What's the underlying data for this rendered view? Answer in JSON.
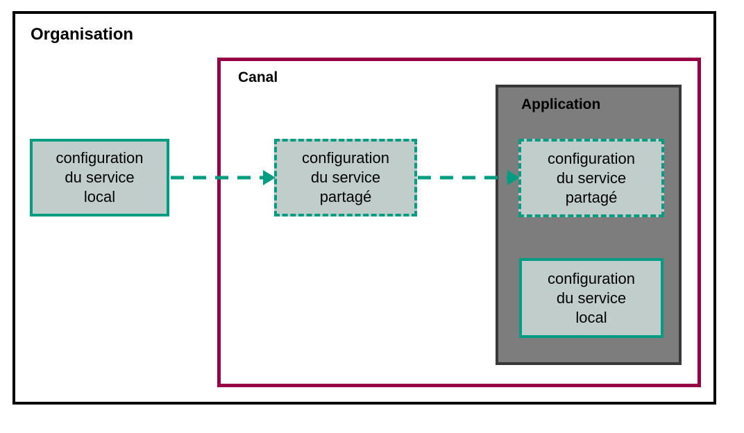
{
  "containers": {
    "organisation": {
      "label": "Organisation"
    },
    "canal": {
      "label": "Canal"
    },
    "application": {
      "label": "Application"
    }
  },
  "nodes": {
    "org_local": {
      "lines": [
        "configuration",
        "du service",
        "local"
      ],
      "border_style": "solid"
    },
    "canal_partage": {
      "lines": [
        "configuration",
        "du service",
        "partagé"
      ],
      "border_style": "dashed"
    },
    "app_partage": {
      "lines": [
        "configuration",
        "du service",
        "partagé"
      ],
      "border_style": "dashed"
    },
    "app_local": {
      "lines": [
        "configuration",
        "du service",
        "local"
      ],
      "border_style": "solid"
    }
  },
  "arrows": [
    {
      "from": "org_local",
      "to": "canal_partage",
      "style": "dashed",
      "direction": "right"
    },
    {
      "from": "canal_partage",
      "to": "app_partage",
      "style": "dashed",
      "direction": "right"
    }
  ],
  "colors": {
    "teal_accent": "#019c82",
    "canal_border": "#970045",
    "organisation_border": "#000000",
    "node_fill": "#c0cdcb",
    "application_fill": "#7d7d7d",
    "application_border": "#383838",
    "text": "#000000",
    "background": "#ffffff"
  }
}
